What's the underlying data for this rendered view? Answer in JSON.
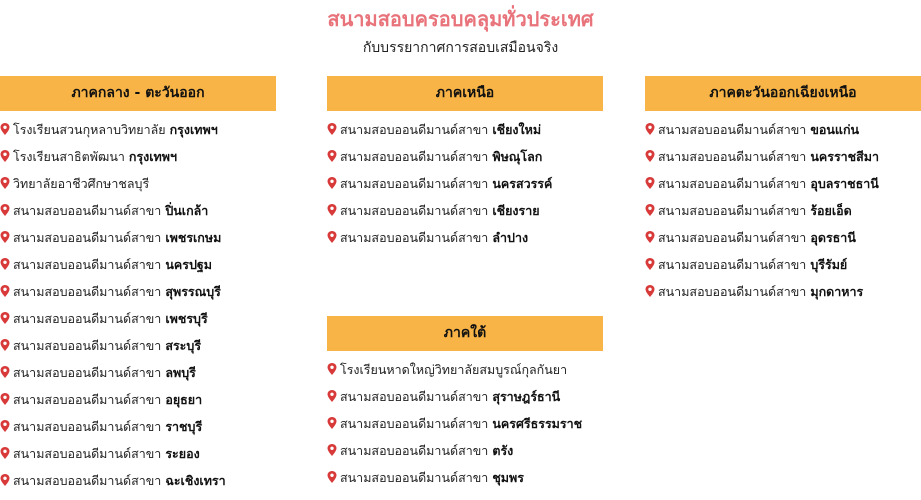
{
  "header": {
    "title": "สนามสอบครอบคลุมทั่วประเทศ",
    "subtitle": "กับบรรยากาศการสอบเสมือนจริง"
  },
  "colors": {
    "title": "#e8737b",
    "header_bg": "#f8b446",
    "pin": "#d83a3a"
  },
  "regions": {
    "central": {
      "title": "ภาคกลาง - ตะวันออก",
      "items": [
        {
          "name": "โรงเรียนสวนกุหลาบวิทยาลัย",
          "province": "กรุงเทพฯ"
        },
        {
          "name": "โรงเรียนสาธิตพัฒนา",
          "province": "กรุงเทพฯ"
        },
        {
          "name": "วิทยาลัยอาชีวศึกษาชลบุรี",
          "province": ""
        },
        {
          "name": "สนามสอบออนดีมานด์สาขา",
          "province": "ปิ่นเกล้า"
        },
        {
          "name": "สนามสอบออนดีมานด์สาขา",
          "province": "เพชรเกษม"
        },
        {
          "name": "สนามสอบออนดีมานด์สาขา",
          "province": "นครปฐม"
        },
        {
          "name": "สนามสอบออนดีมานด์สาขา",
          "province": "สุพรรณบุรี"
        },
        {
          "name": "สนามสอบออนดีมานด์สาขา",
          "province": "เพชรบุรี"
        },
        {
          "name": "สนามสอบออนดีมานด์สาขา",
          "province": "สระบุรี"
        },
        {
          "name": "สนามสอบออนดีมานด์สาขา",
          "province": "ลพบุรี"
        },
        {
          "name": "สนามสอบออนดีมานด์สาขา",
          "province": "อยุธยา"
        },
        {
          "name": "สนามสอบออนดีมานด์สาขา",
          "province": "ราชบุรี"
        },
        {
          "name": "สนามสอบออนดีมานด์สาขา",
          "province": "ระยอง"
        },
        {
          "name": "สนามสอบออนดีมานด์สาขา",
          "province": "ฉะเชิงเทรา"
        }
      ]
    },
    "north": {
      "title": "ภาคเหนือ",
      "items": [
        {
          "name": "สนามสอบออนดีมานด์สาขา",
          "province": "เชียงใหม่"
        },
        {
          "name": "สนามสอบออนดีมานด์สาขา",
          "province": "พิษณุโลก"
        },
        {
          "name": "สนามสอบออนดีมานด์สาขา",
          "province": "นครสวรรค์"
        },
        {
          "name": "สนามสอบออนดีมานด์สาขา",
          "province": "เชียงราย"
        },
        {
          "name": "สนามสอบออนดีมานด์สาขา",
          "province": "ลำปาง"
        }
      ]
    },
    "south": {
      "title": "ภาคใต้",
      "items": [
        {
          "name": "โรงเรียนหาดใหญ่วิทยาลัยสมบูรณ์กุลกันยา",
          "province": ""
        },
        {
          "name": "สนามสอบออนดีมานด์สาขา",
          "province": "สุราษฎร์ธานี"
        },
        {
          "name": "สนามสอบออนดีมานด์สาขา",
          "province": "นครศรีธรรมราช"
        },
        {
          "name": "สนามสอบออนดีมานด์สาขา",
          "province": "ตรัง"
        },
        {
          "name": "สนามสอบออนดีมานด์สาขา",
          "province": "ชุมพร"
        }
      ]
    },
    "northeast": {
      "title": "ภาคตะวันออกเฉียงเหนือ",
      "items": [
        {
          "name": "สนามสอบออนดีมานด์สาขา",
          "province": "ขอนแก่น"
        },
        {
          "name": "สนามสอบออนดีมานด์สาขา",
          "province": "นครราชสีมา"
        },
        {
          "name": "สนามสอบออนดีมานด์สาขา",
          "province": "อุบลราชธานี"
        },
        {
          "name": "สนามสอบออนดีมานด์สาขา",
          "province": "ร้อยเอ็ด"
        },
        {
          "name": "สนามสอบออนดีมานด์สาขา",
          "province": "อุดรธานี"
        },
        {
          "name": "สนามสอบออนดีมานด์สาขา",
          "province": "บุรีรัมย์"
        },
        {
          "name": "สนามสอบออนดีมานด์สาขา",
          "province": "มุกดาหาร"
        }
      ]
    }
  }
}
